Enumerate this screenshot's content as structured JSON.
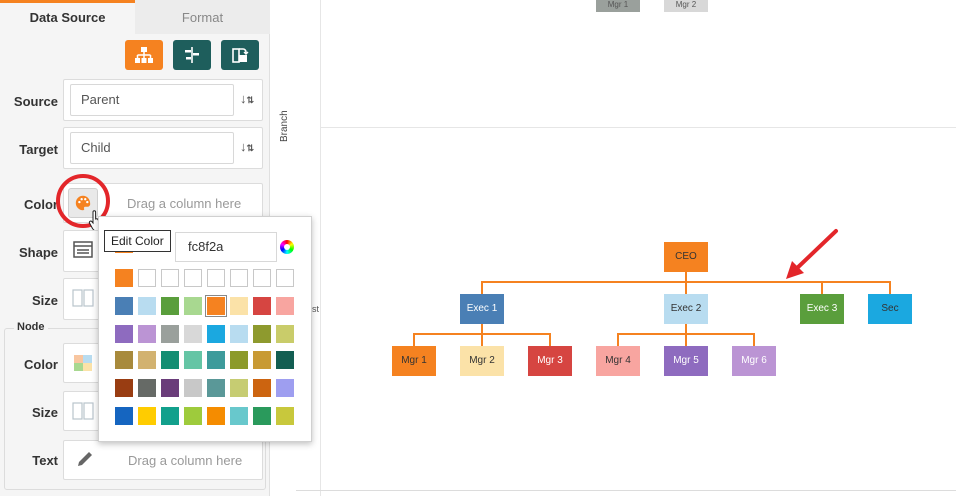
{
  "tabs": {
    "data_source": "Data Source",
    "format": "Format"
  },
  "toolbar": {
    "buttons": [
      {
        "name": "hierarchy-icon",
        "color": "#f58220"
      },
      {
        "name": "align-icon",
        "color": "#1e5e5c"
      },
      {
        "name": "rotate-layout-icon",
        "color": "#1e5e5c"
      }
    ]
  },
  "fields": {
    "source": {
      "label": "Source",
      "value": "Parent"
    },
    "target": {
      "label": "Target",
      "value": "Child"
    },
    "color": {
      "label": "Color",
      "placeholder": "Drag a column here"
    },
    "shape": {
      "label": "Shape"
    },
    "size": {
      "label": "Size"
    }
  },
  "node_group": {
    "legend": "Node",
    "color_label": "Color",
    "size_label": "Size",
    "text_label": "Text",
    "text_placeholder": "Drag a column here"
  },
  "tooltip": "Edit Color",
  "color_picker": {
    "hex_value": "fc8f2a",
    "selected_color": "#f58220",
    "rows": [
      [
        "#f58220",
        "",
        "",
        "",
        "",
        "",
        "",
        ""
      ],
      [
        "#4a7fb5",
        "#b8dcf0",
        "#5a9e3c",
        "#a8d890",
        "#f58220",
        "#fbe2a8",
        "#d64541",
        "#f8a5a0"
      ],
      [
        "#8e6bbf",
        "#bb94d4",
        "#9aa09c",
        "#d8d8d8",
        "#1ba8e0",
        "#b8dcf0",
        "#8e9a2e",
        "#c9cc6a"
      ],
      [
        "#a88a3c",
        "#d2b270",
        "#138e73",
        "#65c5a5",
        "#3d9b9b",
        "#8c9a2a",
        "#c89a34",
        "#135e52"
      ],
      [
        "#993d12",
        "#666a66",
        "#6a3c7a",
        "#c8c8c8",
        "#5a9898",
        "#c6cc72",
        "#cc6410",
        "#9e9ef0"
      ],
      [
        "#1565c0",
        "#ffcc00",
        "#12a08c",
        "#9ecb3c",
        "#f58c00",
        "#68c8cc",
        "#2a9a5c",
        "#c8c83c"
      ]
    ]
  },
  "chart": {
    "branch_label": "Branch",
    "side_stub": "st",
    "top_stubs": [
      "Mgr 1",
      "Mgr 2"
    ],
    "nodes": [
      {
        "id": "ceo",
        "label": "CEO",
        "color": "#f58220"
      },
      {
        "id": "exec1",
        "label": "Exec 1",
        "color": "#4a7fb5"
      },
      {
        "id": "exec2",
        "label": "Exec 2",
        "color": "#b8dcf0"
      },
      {
        "id": "exec3",
        "label": "Exec 3",
        "color": "#5a9e3c"
      },
      {
        "id": "sec",
        "label": "Sec",
        "color": "#1ba8e0"
      },
      {
        "id": "mgr1",
        "label": "Mgr 1",
        "color": "#f58220"
      },
      {
        "id": "mgr2",
        "label": "Mgr 2",
        "color": "#fbe2a8"
      },
      {
        "id": "mgr3",
        "label": "Mgr 3",
        "color": "#d64541"
      },
      {
        "id": "mgr4",
        "label": "Mgr 4",
        "color": "#f8a5a0"
      },
      {
        "id": "mgr5",
        "label": "Mgr 5",
        "color": "#8e6bbf"
      },
      {
        "id": "mgr6",
        "label": "Mgr 6",
        "color": "#bb94d4"
      }
    ],
    "connector_color": "#f58220",
    "arrow_color": "#e3262a"
  }
}
